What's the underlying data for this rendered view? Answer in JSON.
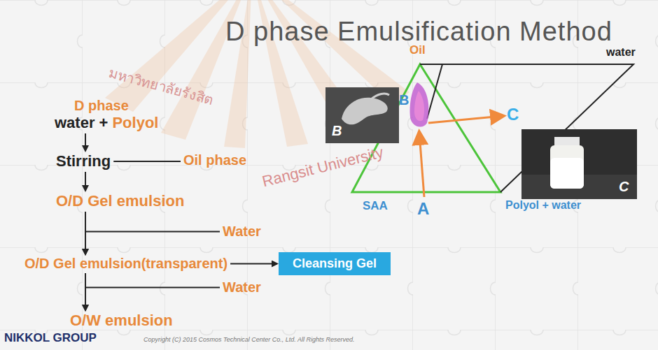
{
  "diagram": {
    "title": "D phase Emulsification Method",
    "nodes": [
      {
        "text": [
          "D phase",
          "water +",
          "Polyol"
        ]
      },
      {
        "text": [
          "Stirring"
        ]
      },
      {
        "text": [
          "Oil phase"
        ]
      },
      {
        "text": [
          "O/D Gel emulsion"
        ]
      },
      {
        "text": [
          "Water"
        ]
      },
      {
        "text": [
          "O/D Gel emulsion(transparent)"
        ]
      },
      {
        "text": [
          "Cleansing Gel"
        ]
      },
      {
        "text": [
          "Water"
        ]
      },
      {
        "text": [
          "O/W emulsion"
        ]
      }
    ],
    "edges": [
      {
        "from": 0,
        "to": 1,
        "arrow": "to"
      },
      {
        "from": 2,
        "to": 1,
        "arrow": "none"
      },
      {
        "from": 1,
        "to": 3,
        "arrow": "to"
      },
      {
        "from": 3,
        "to": 5,
        "arrow": "to"
      },
      {
        "from": 4,
        "to": 5,
        "arrow": "to"
      },
      {
        "from": 5,
        "to": 6,
        "arrow": "to"
      },
      {
        "from": 5,
        "to": 9,
        "arrow": "to"
      },
      {
        "from": 7,
        "to": 9,
        "arrow": "to"
      }
    ],
    "labels": [
      "Oil",
      "water",
      "SAA",
      "Polyol + water",
      "A",
      "B",
      "C",
      "B",
      "C",
      "มหาวิทยาลัยรังสิต",
      "Rangsit University",
      "NIKKOL GROUP",
      "Copyright (C) 2015 Cosmos Technical Center Co., Ltd. All Rights Reserved."
    ]
  }
}
